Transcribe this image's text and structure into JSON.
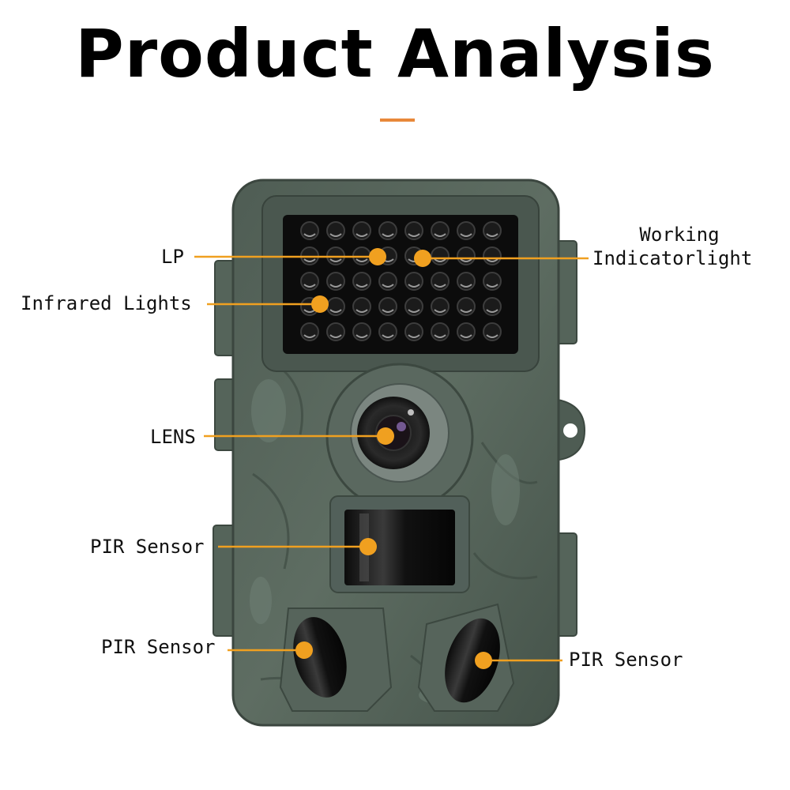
{
  "title": "Product Analysis",
  "accent_color": "#f0a020",
  "rule_color": "#e8883a",
  "labels": {
    "lp": "LP",
    "working_line1": "Working",
    "working_line2": "Indicatorlight",
    "infrared": "Infrared Lights",
    "lens": "LENS",
    "pir_center": "PIR Sensor",
    "pir_left": "PIR Sensor",
    "pir_right": "PIR Sensor"
  }
}
